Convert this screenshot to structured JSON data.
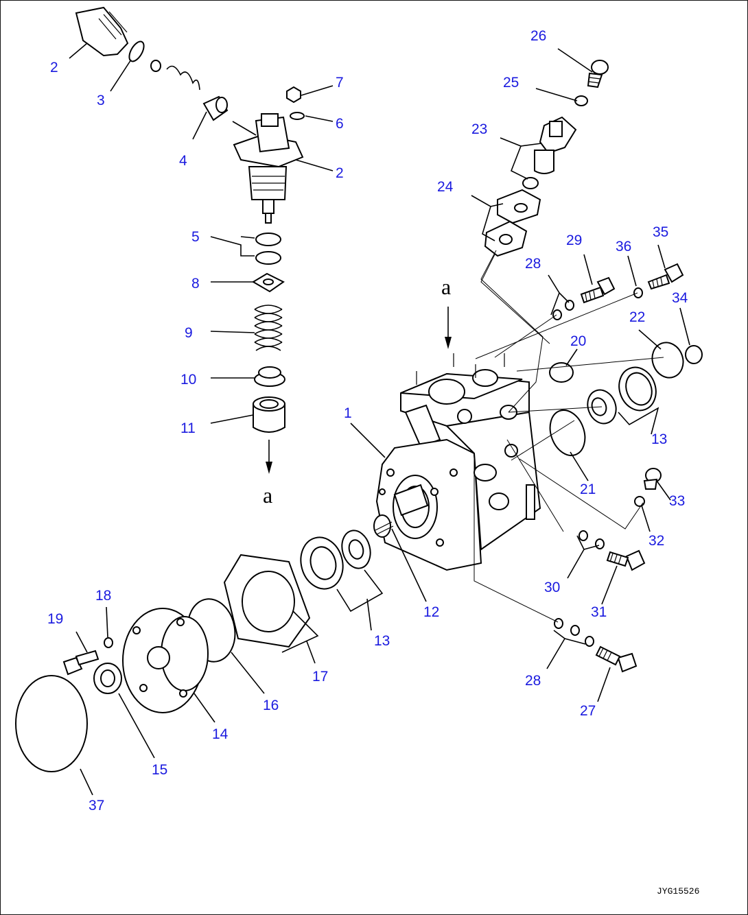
{
  "drawing_code": "JYG15526",
  "view_marker": "a",
  "labels": {
    "p1": "1",
    "p2a": "2",
    "p2b": "2",
    "p3": "3",
    "p4": "4",
    "p5": "5",
    "p6": "6",
    "p7": "7",
    "p8": "8",
    "p9": "9",
    "p10": "10",
    "p11": "11",
    "p12": "12",
    "p13a": "13",
    "p13b": "13",
    "p14": "14",
    "p15": "15",
    "p16": "16",
    "p17": "17",
    "p18": "18",
    "p19": "19",
    "p20": "20",
    "p21": "21",
    "p22": "22",
    "p23": "23",
    "p24": "24",
    "p25": "25",
    "p26": "26",
    "p27": "27",
    "p28a": "28",
    "p28b": "28",
    "p29": "29",
    "p30": "30",
    "p31": "31",
    "p32": "32",
    "p33": "33",
    "p34": "34",
    "p35": "35",
    "p36": "36",
    "p37": "37"
  },
  "colors": {
    "label": "#1a1adf",
    "line": "#000000"
  }
}
